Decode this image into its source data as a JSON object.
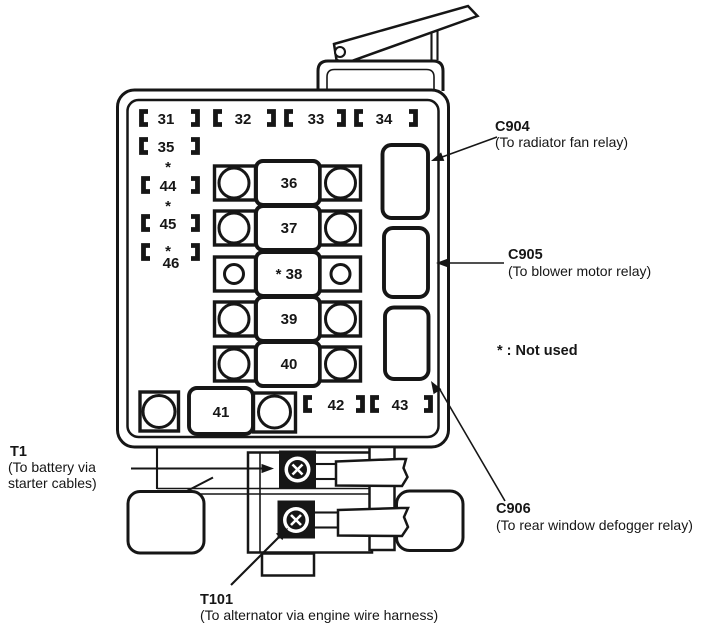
{
  "fuse_box": {
    "fuses": {
      "f31": "31",
      "f32": "32",
      "f33": "33",
      "f34": "34",
      "f35": "35",
      "f42": "42",
      "f43": "43",
      "f44": "44",
      "f45": "45",
      "f46": "46",
      "asterisk": "*"
    },
    "relays": {
      "r36": "36",
      "r37": "37",
      "r38": "* 38",
      "r39": "39",
      "r40": "40",
      "r41": "41"
    }
  },
  "callouts": {
    "c904": {
      "code": "C904",
      "desc": "(To radiator fan relay)"
    },
    "c905": {
      "code": "C905",
      "desc": "(To blower motor relay)"
    },
    "c906": {
      "code": "C906",
      "desc": "(To rear window defogger relay)"
    },
    "t1": {
      "code": "T1",
      "desc1": "(To battery via",
      "desc2": "starter cables)"
    },
    "t101": {
      "code": "T101",
      "desc": "(To alternator via engine wire harness)"
    }
  },
  "legend": {
    "not_used": "* : Not used"
  },
  "colors": {
    "ink": "#161616",
    "paper": "#ffffff"
  }
}
